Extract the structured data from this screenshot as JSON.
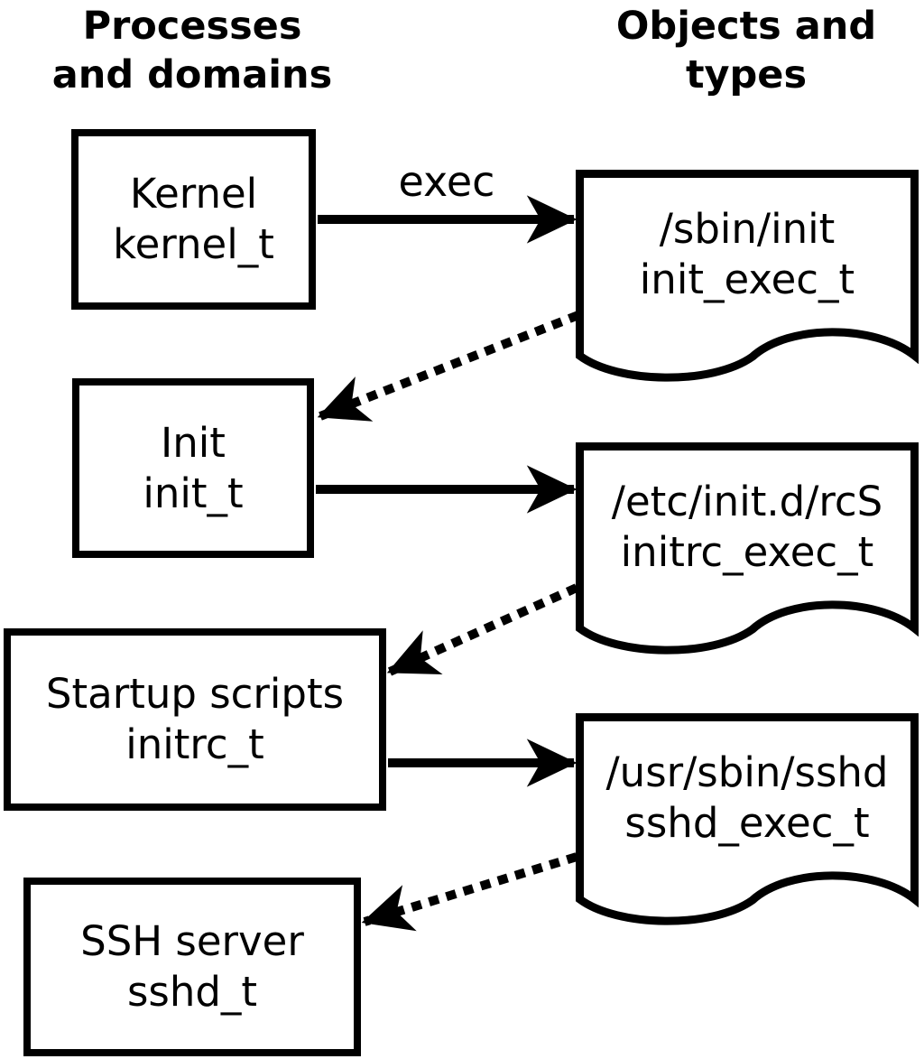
{
  "headings": {
    "left": "Processes\nand domains",
    "right": "Objects and\ntypes"
  },
  "edge_label": "exec",
  "processes": [
    {
      "name": "Kernel",
      "type": "kernel_t"
    },
    {
      "name": "Init",
      "type": "init_t"
    },
    {
      "name": "Startup scripts",
      "type": "initrc_t"
    },
    {
      "name": "SSH server",
      "type": "sshd_t"
    }
  ],
  "objects": [
    {
      "path": "/sbin/init",
      "type": "init_exec_t"
    },
    {
      "path": "/etc/init.d/rcS",
      "type": "initrc_exec_t"
    },
    {
      "path": "/usr/sbin/sshd",
      "type": "sshd_exec_t"
    }
  ],
  "colors": {
    "foreground": "#000000",
    "background": "#ffffff"
  }
}
